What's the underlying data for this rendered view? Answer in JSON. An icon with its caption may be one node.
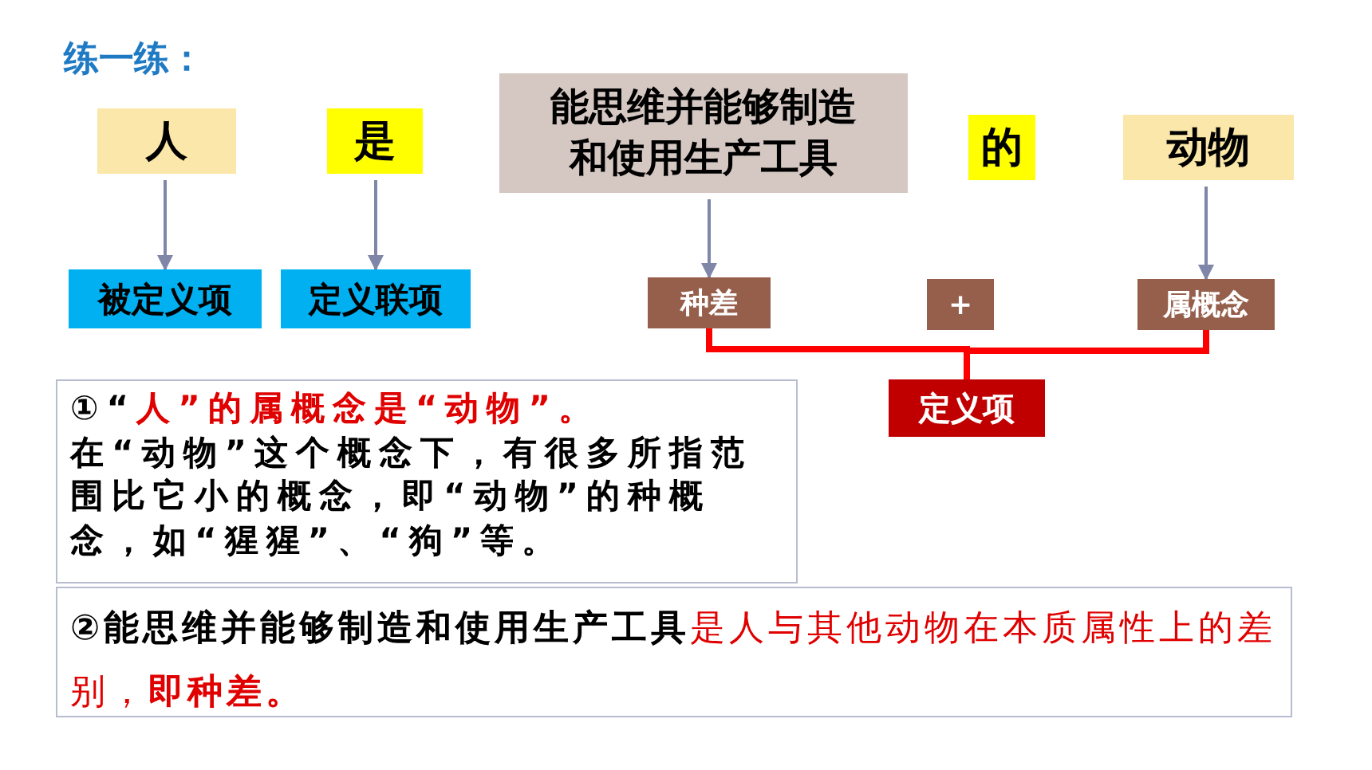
{
  "diagram": {
    "title": "练一练：",
    "nodes": [
      {
        "text": [
          "人"
        ]
      },
      {
        "text": [
          "是"
        ]
      },
      {
        "text": [
          "能思维并能够制造和使用生产工具"
        ]
      },
      {
        "text": [
          "的"
        ]
      },
      {
        "text": [
          "动物"
        ]
      },
      {
        "text": [
          "被定义项"
        ]
      },
      {
        "text": [
          "定义联项"
        ]
      },
      {
        "text": [
          "种差"
        ]
      },
      {
        "text": [
          "+"
        ]
      },
      {
        "text": [
          "属概念"
        ]
      },
      {
        "text": [
          "定义项"
        ]
      },
      {
        "text": [
          "①“人”的属概念是“动物”。",
          "在“动物”这个概念下，有很多所指范围比它小的概念，即“动物”的种概念，如“猩猩”、“狗”等。"
        ]
      },
      {
        "text": [
          "②能思维并能够制造和使用生产工具",
          "是人与其他动物在本质属性上的差别，**即种差。**"
        ]
      }
    ],
    "edges": [
      {
        "from": 0,
        "to": 5,
        "arrow": "to"
      },
      {
        "from": 1,
        "to": 6,
        "arrow": "to"
      },
      {
        "from": 2,
        "to": 7,
        "arrow": "to"
      },
      {
        "from": 4,
        "to": 9,
        "arrow": "to"
      },
      {
        "from": 7,
        "to": 10,
        "arrow": "none",
        "style": "thick",
        "color": "#ff0000"
      },
      {
        "from": 9,
        "to": 10,
        "arrow": "none",
        "style": "thick",
        "color": "#ff0000"
      }
    ]
  }
}
